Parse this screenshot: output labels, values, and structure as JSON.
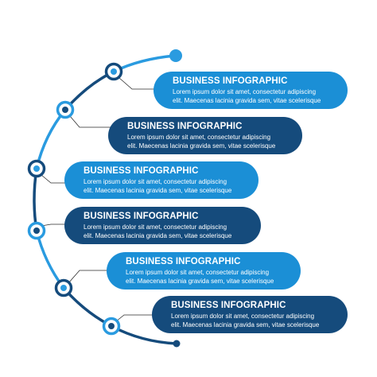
{
  "colors": {
    "light": "#1b8fd6",
    "dark": "#154b7c",
    "arc_light": "#2a9be0",
    "connector": "#2b2b2b"
  },
  "items": [
    {
      "title": "BUSINESS INFOGRAPHIC",
      "line1": "Lorem ipsum dolor sit amet, consectetur adipiscing",
      "line2": "elit. Maecenas lacinia gravida sem, vitae scelerisque",
      "tone": "light"
    },
    {
      "title": "BUSINESS INFOGRAPHIC",
      "line1": "Lorem ipsum dolor sit amet, consectetur adipiscing",
      "line2": "elit. Maecenas lacinia gravida sem, vitae scelerisque",
      "tone": "dark"
    },
    {
      "title": "BUSINESS INFOGRAPHIC",
      "line1": "Lorem ipsum dolor sit amet, consectetur adipiscing",
      "line2": "elit. Maecenas lacinia gravida sem, vitae scelerisque",
      "tone": "light"
    },
    {
      "title": "BUSINESS INFOGRAPHIC",
      "line1": "Lorem ipsum dolor sit amet, consectetur adipiscing",
      "line2": "elit. Maecenas lacinia gravida sem, vitae scelerisque",
      "tone": "dark"
    },
    {
      "title": "BUSINESS INFOGRAPHIC",
      "line1": "Lorem ipsum dolor sit amet, consectetur adipiscing",
      "line2": "elit. Maecenas lacinia gravida sem, vitae scelerisque",
      "tone": "light"
    },
    {
      "title": "BUSINESS INFOGRAPHIC",
      "line1": "Lorem ipsum dolor sit amet, consectetur adipiscing",
      "line2": "elit. Maecenas lacinia gravida sem, vitae scelerisque",
      "tone": "dark"
    }
  ]
}
